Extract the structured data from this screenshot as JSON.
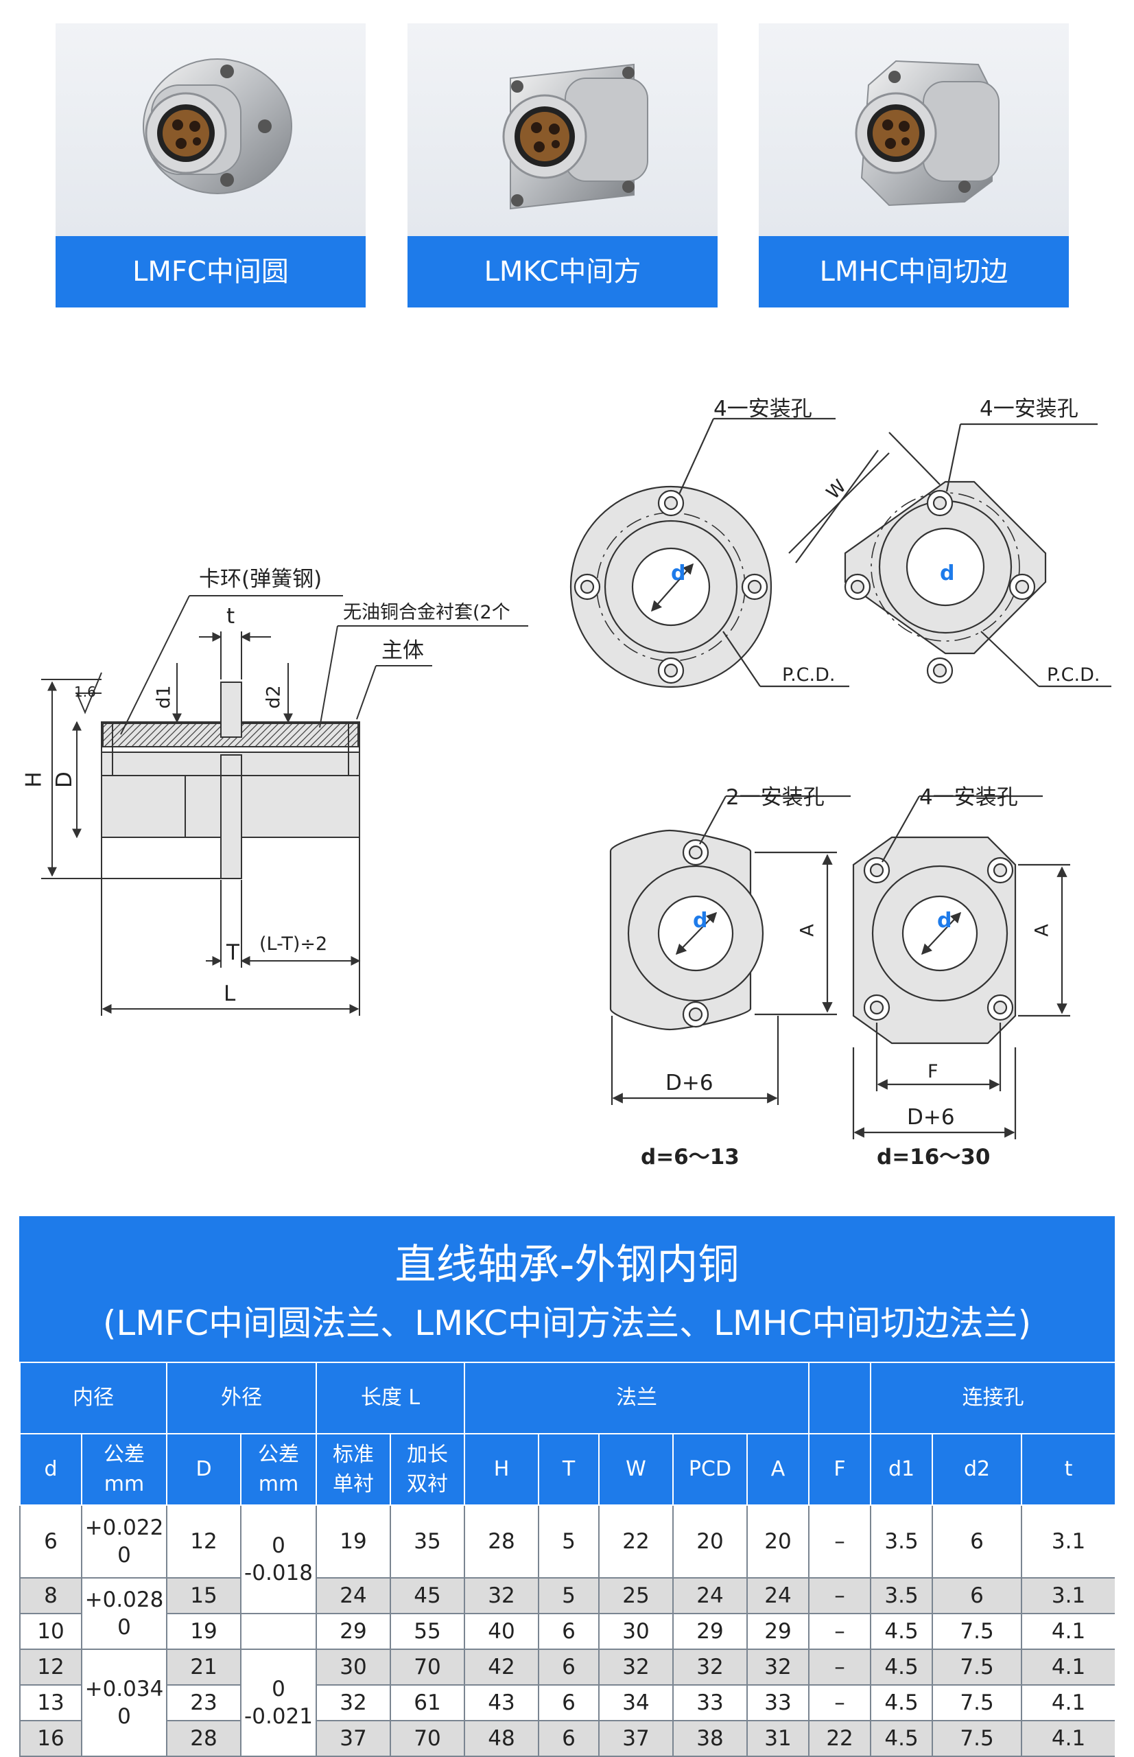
{
  "products": [
    {
      "label": "LMFC中间圆",
      "flange_shape": "round"
    },
    {
      "label": "LMKC中间方",
      "flange_shape": "square"
    },
    {
      "label": "LMHC中间切边",
      "flange_shape": "cut"
    }
  ],
  "section_view": {
    "clip_label": "卡环(弹簧钢)",
    "liner_label": "无油铜合金衬套(2个",
    "body_label": "主体",
    "roughness": "1.6",
    "dim_t": "t",
    "dim_d1": "d1",
    "dim_d2": "d2",
    "dim_H": "H",
    "dim_D": "D",
    "dim_T": "T",
    "dim_LT": "(L-T)÷2",
    "dim_L": "L"
  },
  "flange_views": {
    "round": {
      "holes": "4一安装孔",
      "pcd": "P.C.D.",
      "d": "d"
    },
    "square": {
      "holes": "4一安装孔",
      "pcd": "P.C.D.",
      "w": "W",
      "d": "d"
    },
    "cut_small": {
      "holes": "2一安装孔",
      "a": "A",
      "width": "D+6",
      "range": "d=6～13",
      "d": "d"
    },
    "cut_large": {
      "holes": "4一安装孔",
      "a": "A",
      "f": "F",
      "width": "D+6",
      "range": "d=16～30",
      "d": "d"
    }
  },
  "table": {
    "title": "直线轴承-外钢内铜",
    "subtitle": "(LMFC中间圆法兰、LMKC中间方法兰、LMHC中间切边法兰)",
    "group_headers": {
      "inner": "内径",
      "outer": "外径",
      "length": "长度 L",
      "flange": "法兰",
      "blank": "",
      "holes": "连接孔"
    },
    "col_headers": {
      "d": "d",
      "tol1_a": "公差",
      "tol1_b": "mm",
      "D": "D",
      "tol2_a": "公差",
      "tol2_b": "mm",
      "std_a": "标准",
      "std_b": "单衬",
      "long_a": "加长",
      "long_b": "双衬",
      "H": "H",
      "T": "T",
      "W": "W",
      "PCD": "PCD",
      "A": "A",
      "F": "F",
      "d1": "d1",
      "d2": "d2",
      "t": "t"
    },
    "tol_groups": {
      "in_g1_a": "+0.022",
      "in_g1_b": "0",
      "in_g2_a": "+0.028",
      "in_g2_b": "0",
      "in_g3_a": "+0.034",
      "in_g3_b": "0",
      "out_g1_a": "0",
      "out_g1_b": "-0.018",
      "out_g2_a": "0",
      "out_g2_b": "-0.021"
    },
    "rows": [
      {
        "d": "6",
        "D": "12",
        "std": "19",
        "long": "35",
        "H": "28",
        "T": "5",
        "W": "22",
        "PCD": "20",
        "A": "20",
        "F": "–",
        "d1": "3.5",
        "d2": "6",
        "t": "3.1"
      },
      {
        "d": "8",
        "D": "15",
        "std": "24",
        "long": "45",
        "H": "32",
        "T": "5",
        "W": "25",
        "PCD": "24",
        "A": "24",
        "F": "–",
        "d1": "3.5",
        "d2": "6",
        "t": "3.1"
      },
      {
        "d": "10",
        "D": "19",
        "std": "29",
        "long": "55",
        "H": "40",
        "T": "6",
        "W": "30",
        "PCD": "29",
        "A": "29",
        "F": "–",
        "d1": "4.5",
        "d2": "7.5",
        "t": "4.1"
      },
      {
        "d": "12",
        "D": "21",
        "std": "30",
        "long": "70",
        "H": "42",
        "T": "6",
        "W": "32",
        "PCD": "32",
        "A": "32",
        "F": "–",
        "d1": "4.5",
        "d2": "7.5",
        "t": "4.1"
      },
      {
        "d": "13",
        "D": "23",
        "std": "32",
        "long": "61",
        "H": "43",
        "T": "6",
        "W": "34",
        "PCD": "33",
        "A": "33",
        "F": "–",
        "d1": "4.5",
        "d2": "7.5",
        "t": "4.1"
      },
      {
        "d": "16",
        "D": "28",
        "std": "37",
        "long": "70",
        "H": "48",
        "T": "6",
        "W": "37",
        "PCD": "38",
        "A": "31",
        "F": "22",
        "d1": "4.5",
        "d2": "7.5",
        "t": "4.1"
      }
    ]
  },
  "colors": {
    "accent": "#1e7bea",
    "row_alt": "#dcdcdc",
    "drawing_fill": "#e4e4e4"
  }
}
